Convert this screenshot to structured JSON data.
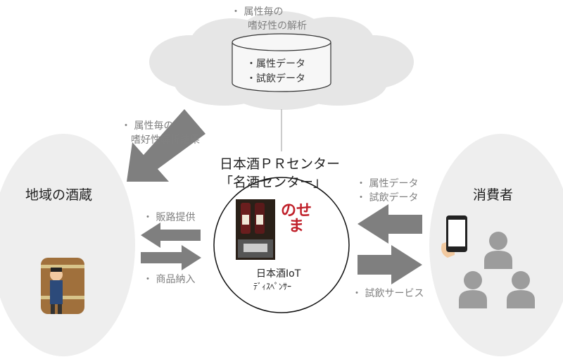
{
  "cloud": {
    "top_bullet": "・ 属性毎の",
    "top_line2": "嗜好性の解析",
    "db_items": [
      "・属性データ",
      "・試飲データ"
    ]
  },
  "left_arrow_text": {
    "line1": "・ 属性毎の",
    "line2": "嗜好性解析結果"
  },
  "center": {
    "title_line1": "日本酒ＰＲセンター",
    "title_line2": "「名酒センター」",
    "logo_text": "のせま",
    "device_line1": "日本酒IoT",
    "device_line2": "ﾃﾞｨｽﾍﾟﾝｻｰ"
  },
  "left_node": {
    "title": "地域の酒蔵",
    "label_sales": "・ 販路提供",
    "label_delivery": "・ 商品納入"
  },
  "right_node": {
    "title": "消費者",
    "label_data1": "・ 属性データ",
    "label_data2": "・ 試飲データ",
    "label_service": "・ 試飲サービス"
  },
  "colors": {
    "arrow": "#7f7f7f",
    "node_fill": "#eeeeee",
    "cloud_fill": "#e6e6e6",
    "logo_red": "#c0202a"
  }
}
